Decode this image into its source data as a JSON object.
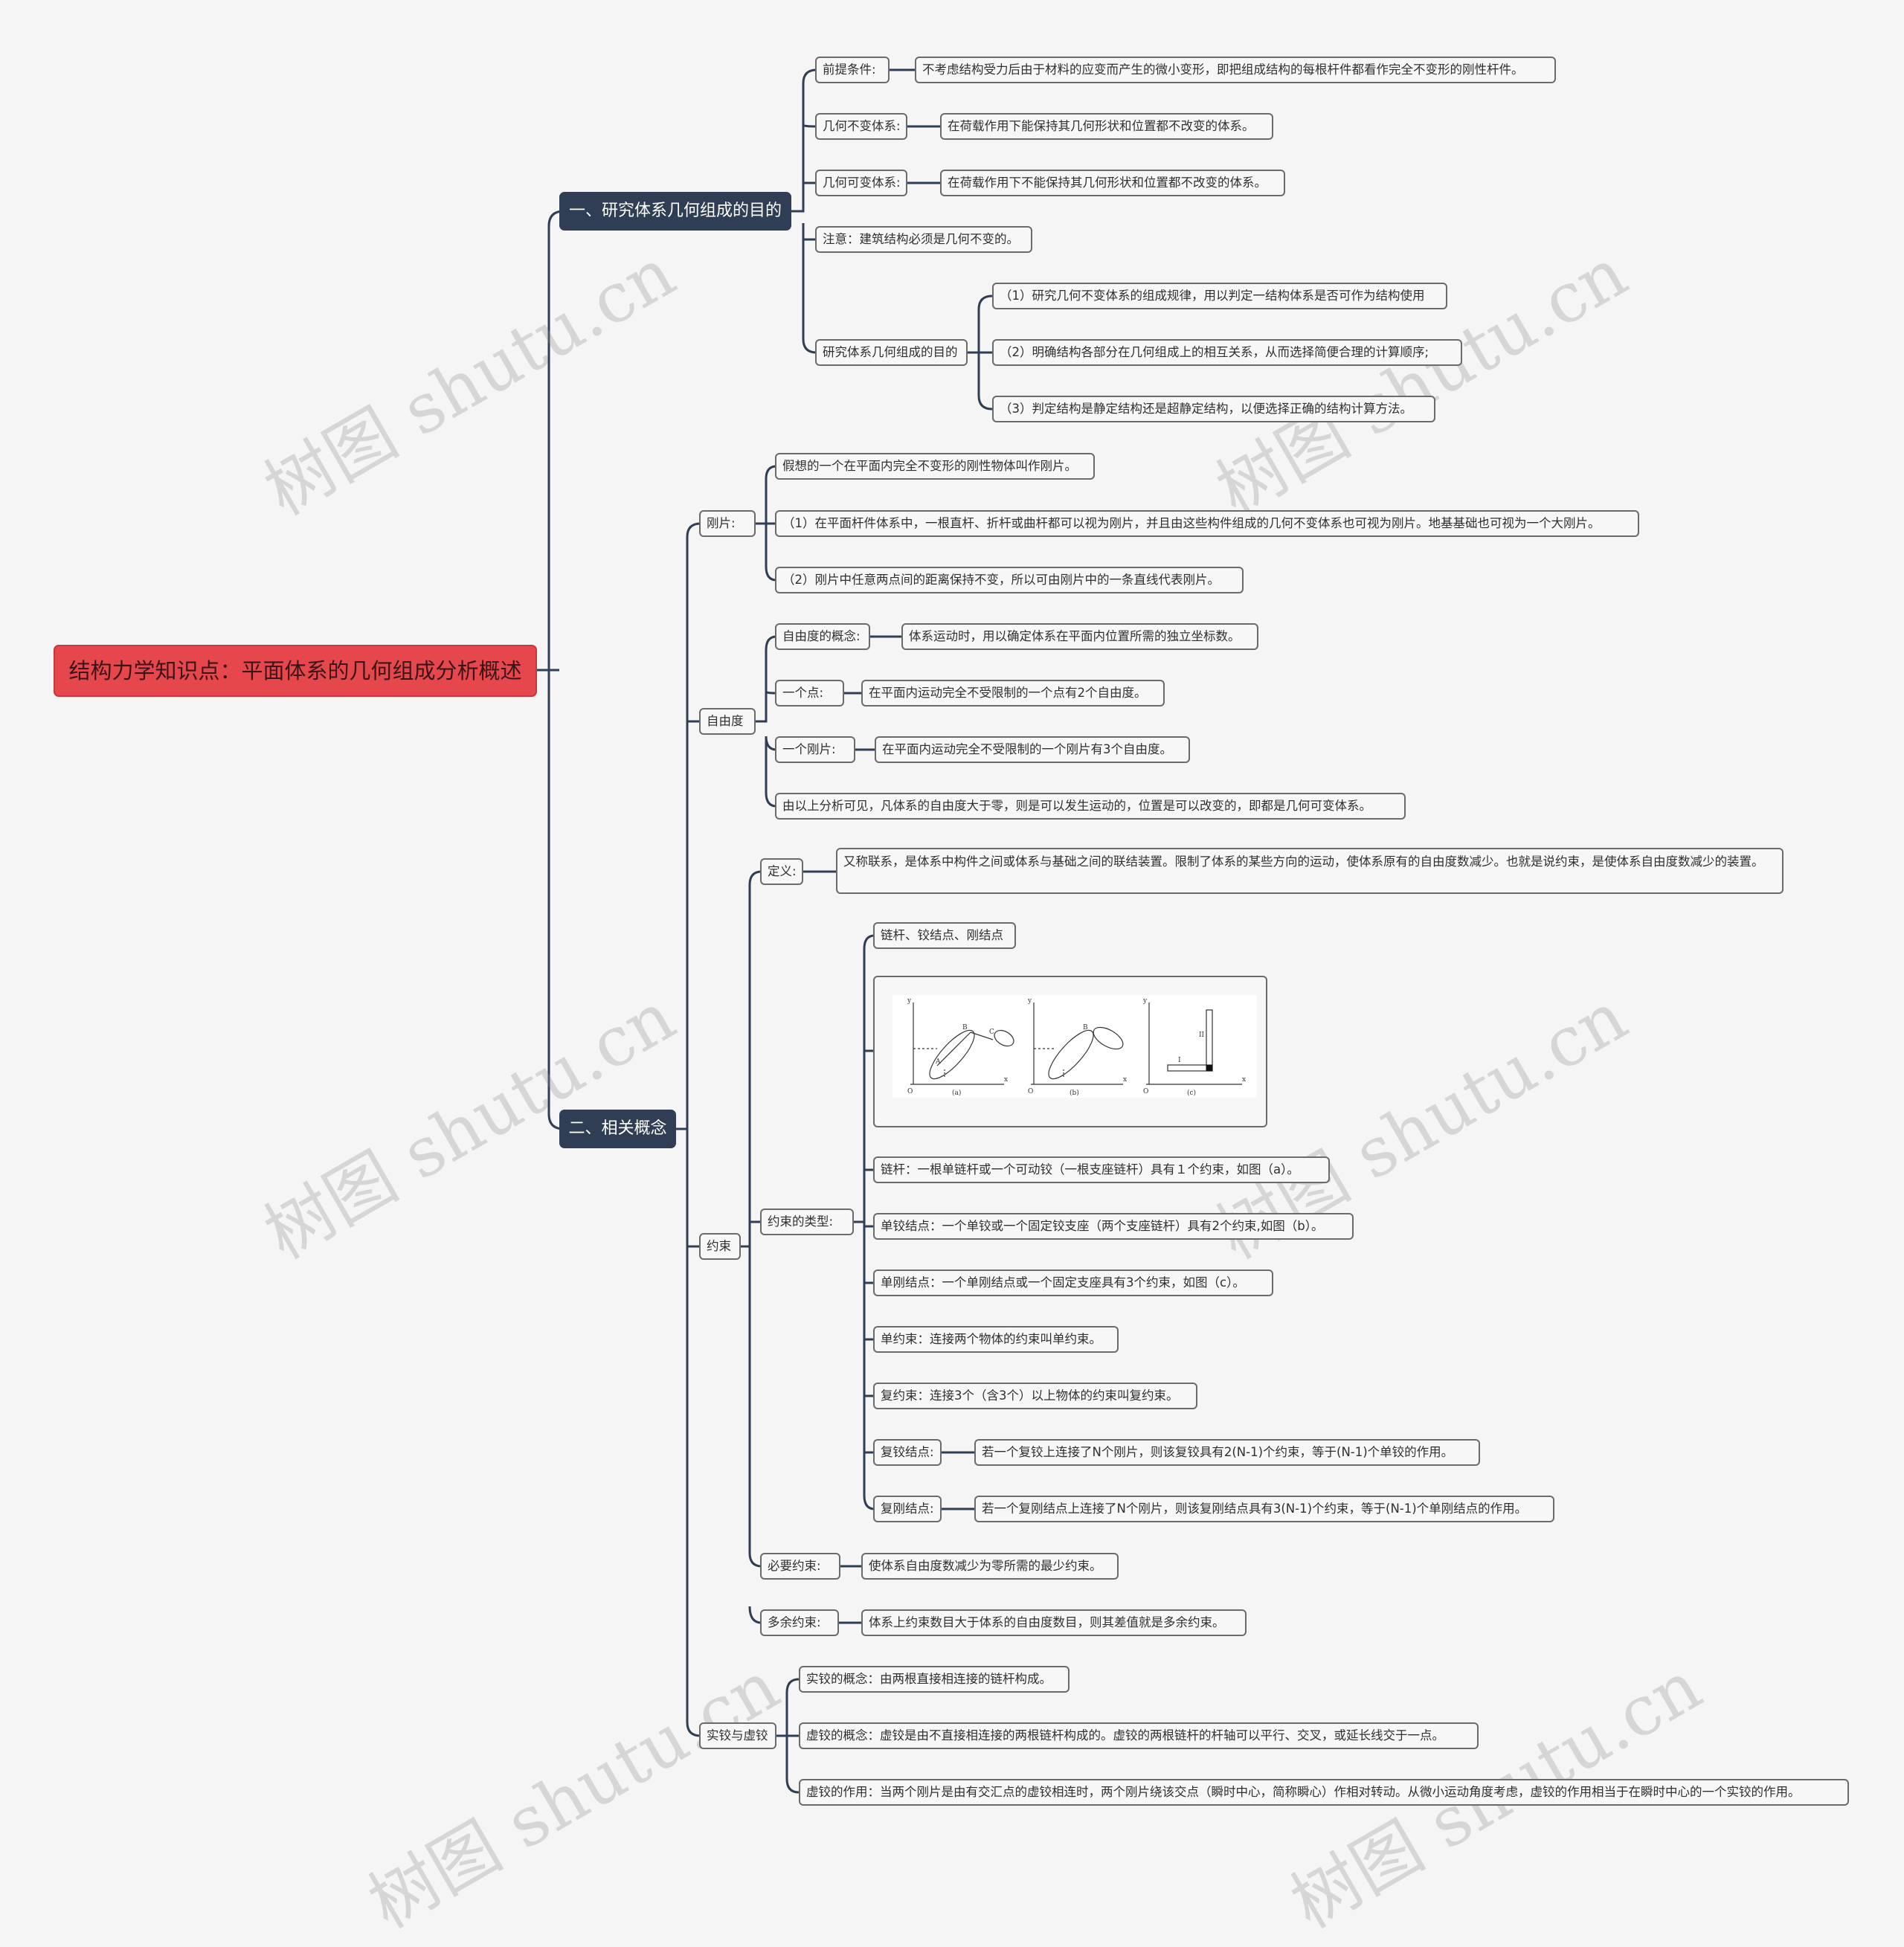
{
  "root": "结构力学知识点：平面体系的几何组成分析概述",
  "branch1": {
    "title": "一、研究体系几何组成的目的",
    "premise_label": "前提条件:",
    "premise_text": "不考虑结构受力后由于材料的应变而产生的微小变形，即把组成结构的每根杆件都看作完全不变形的刚性杆件。",
    "invariant_label": "几何不变体系:",
    "invariant_text": "在荷载作用下能保持其几何形状和位置都不改变的体系。",
    "variant_label": "几何可变体系:",
    "variant_text": "在荷载作用下不能保持其几何形状和位置都不改变的体系。",
    "note": "注意：建筑结构必须是几何不变的。",
    "purpose_label": "研究体系几何组成的目的",
    "purposes": [
      "（1）研究几何不变体系的组成规律，用以判定一结构体系是否可作为结构使用",
      "（2）明确结构各部分在几何组成上的相互关系，从而选择简便合理的计算顺序;",
      "（3）判定结构是静定结构还是超静定结构，以便选择正确的结构计算方法。"
    ]
  },
  "branch2": {
    "title": "二、相关概念",
    "rigid_label": "刚片:",
    "rigid_items": [
      "假想的一个在平面内完全不变形的刚性物体叫作刚片。",
      "（1）在平面杆件体系中，一根直杆、折杆或曲杆都可以视为刚片，并且由这些构件组成的几何不变体系也可视为刚片。地基基础也可视为一个大刚片。",
      "（2）刚片中任意两点间的距离保持不变，所以可由刚片中的一条直线代表刚片。"
    ],
    "dof_label": "自由度",
    "dof_concept_label": "自由度的概念:",
    "dof_concept_text": "体系运动时，用以确定体系在平面内位置所需的独立坐标数。",
    "point_label": "一个点:",
    "point_text": "在平面内运动完全不受限制的一个点有2个自由度。",
    "rigid_dof_label": "一个刚片:",
    "rigid_dof_text": "在平面内运动完全不受限制的一个刚片有3个自由度。",
    "dof_summary": "由以上分析可见，凡体系的自由度大于零，则是可以发生运动的，位置是可以改变的，即都是几何可变体系。",
    "constraint_label": "约束",
    "def_label": "定义:",
    "def_text": "又称联系，是体系中构件之间或体系与基础之间的联结装置。限制了体系的某些方向的运动，使体系原有的自由度数减少。也就是说约束，是使体系自由度数减少的装置。",
    "types_label": "约束的类型:",
    "types": {
      "kinds": "链杆、铰结点、刚结点",
      "figure_captions": [
        "(a)",
        "(b)",
        "(c)"
      ],
      "figure_labels": {
        "y": "y",
        "x": "x",
        "o": "O",
        "A": "A",
        "B": "B",
        "C": "C",
        "I": "I",
        "II": "II"
      },
      "link": "链杆：一根单链杆或一个可动铰（一根支座链杆）具有１个约束，如图（a）。",
      "single_hinge": "单铰结点：一个单铰或一个固定铰支座（两个支座链杆）具有2个约束,如图（b）。",
      "single_rigid": "单刚结点：一个单刚结点或一个固定支座具有3个约束，如图（c）。",
      "single_constraint": "单约束：连接两个物体的约束叫单约束。",
      "multi_constraint": "复约束：连接3个（含3个）以上物体的约束叫复约束。",
      "multi_hinge_label": "复铰结点:",
      "multi_hinge_text": "若一个复铰上连接了N个刚片，则该复铰具有2(N-1)个约束，等于(N-1)个单铰的作用。",
      "multi_rigid_label": "复刚结点:",
      "multi_rigid_text": "若一个复刚结点上连接了N个刚片，则该复刚结点具有3(N-1)个约束，等于(N-1)个单刚结点的作用。"
    },
    "necessary_label": "必要约束:",
    "necessary_text": "使体系自由度数减少为零所需的最少约束。",
    "redundant_label": "多余约束:",
    "redundant_text": "体系上约束数目大于体系的自由度数目，则其差值就是多余约束。",
    "hinge_label": "实铰与虚铰",
    "hinge_items": [
      "实铰的概念：由两根直接相连接的链杆构成。",
      "虚铰的概念：虚铰是由不直接相连接的两根链杆构成的。虚铰的两根链杆的杆轴可以平行、交叉，或延长线交于一点。",
      "虚铰的作用：当两个刚片是由有交汇点的虚铰相连时，两个刚片绕该交点（瞬时中心，简称瞬心）作相对转动。从微小运动角度考虑，虚铰的作用相当于在瞬时中心的一个实铰的作用。"
    ]
  },
  "watermark": "树图 shutu.cn",
  "colors": {
    "root": "#e6474d",
    "main": "#2f3e55",
    "line": "#2f3e55",
    "border": "#6b6b6b",
    "background": "#f5f5f5"
  }
}
